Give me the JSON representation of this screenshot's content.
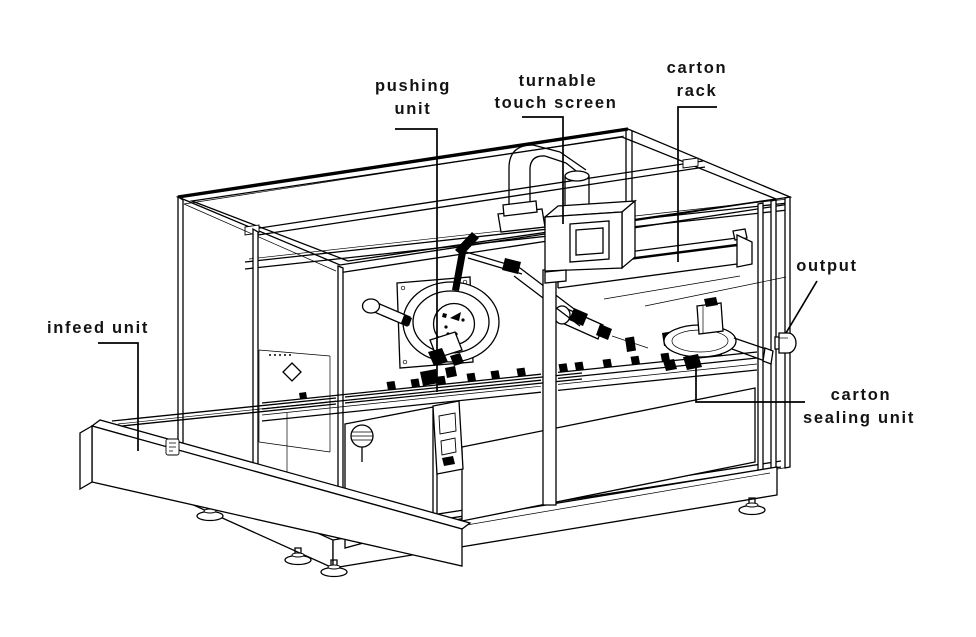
{
  "figure": {
    "type": "technical-line-drawing",
    "subject": "horizontal cartoning machine",
    "background_color": "#ffffff",
    "line_color": "#000000",
    "label_color": "#131313"
  },
  "labels": {
    "pushing_unit": {
      "lines": [
        "pushing",
        "unit"
      ]
    },
    "turnable_touch_screen": {
      "lines": [
        "turnable",
        "touch screen"
      ]
    },
    "carton_rack": {
      "lines": [
        "carton",
        "rack"
      ]
    },
    "output": {
      "lines": [
        "output"
      ]
    },
    "carton_sealing_unit": {
      "lines": [
        "carton",
        "sealing unit"
      ]
    },
    "infeed_unit": {
      "lines": [
        "infeed unit"
      ]
    }
  }
}
